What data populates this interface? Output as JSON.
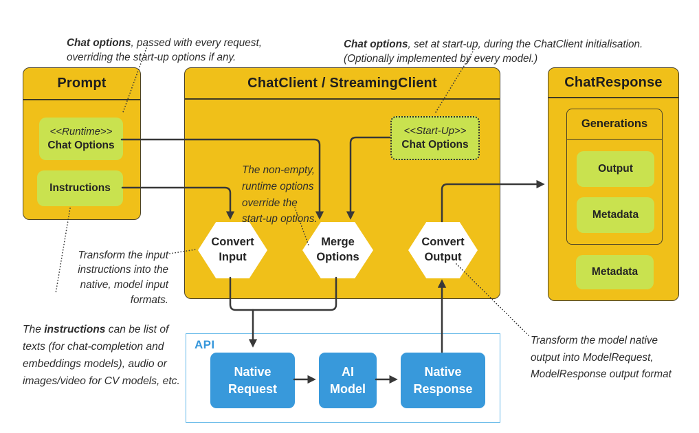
{
  "colors": {
    "yellow_fill": "#F0C019",
    "box_border": "#4A4228",
    "green_fill": "#C9E24F",
    "blue_fill": "#3899DB",
    "api_border": "#5FB6E8",
    "api_label": "#3697DB",
    "arrow": "#383838",
    "background": "#FFFFFF"
  },
  "prompt": {
    "title": "Prompt",
    "runtime_stereotype": "<<Runtime>>",
    "runtime_label": "Chat Options",
    "instructions_label": "Instructions"
  },
  "client": {
    "title": "ChatClient / StreamingClient",
    "startup_stereotype": "<<Start-Up>>",
    "startup_label": "Chat Options",
    "hex_convert_input": "Convert\nInput",
    "hex_merge_options": "Merge\nOptions",
    "hex_convert_output": "Convert\nOutput"
  },
  "response": {
    "title": "ChatResponse",
    "generations_label": "Generations",
    "output_label": "Output",
    "metadata_inner_label": "Metadata",
    "metadata_outer_label": "Metadata"
  },
  "api": {
    "label": "API",
    "native_request": "Native\nRequest",
    "ai_model": "AI\nModel",
    "native_response": "Native\nResponse"
  },
  "annotations": {
    "top_left": {
      "bold": "Chat options",
      "text": ", passed with every request,\noverriding the start-up options if any."
    },
    "top_right": {
      "bold": "Chat options",
      "text": ", set at start-up, during the ChatClient initialisation.\n(Optionally implemented by every model.)"
    },
    "merge_note": {
      "text": "The non-empty,\nruntime options\noverride the\nstart-up options."
    },
    "convert_input_note": {
      "text": "Transform the input\ninstructions into the\nnative, model input\nformats."
    },
    "instructions_note": {
      "pre": "The ",
      "bold": "instructions",
      "text": " can be list of\ntexts (for chat-completion and\nembeddings models), audio or\nimages/video for CV models, etc."
    },
    "convert_output_note": {
      "text": "Transform the model native\noutput into ModelRequest,\nModelResponse output format"
    }
  },
  "edges": [
    {
      "from": "runtime-chat-options",
      "to": "merge-options"
    },
    {
      "from": "instructions",
      "to": "convert-input"
    },
    {
      "from": "startup-chat-options",
      "to": "merge-options"
    },
    {
      "from": "convert-input",
      "to": "native-request"
    },
    {
      "from": "merge-options",
      "to": "native-request"
    },
    {
      "from": "native-request",
      "to": "ai-model"
    },
    {
      "from": "ai-model",
      "to": "native-response"
    },
    {
      "from": "native-response",
      "to": "convert-output"
    },
    {
      "from": "convert-output",
      "to": "chat-response"
    }
  ]
}
